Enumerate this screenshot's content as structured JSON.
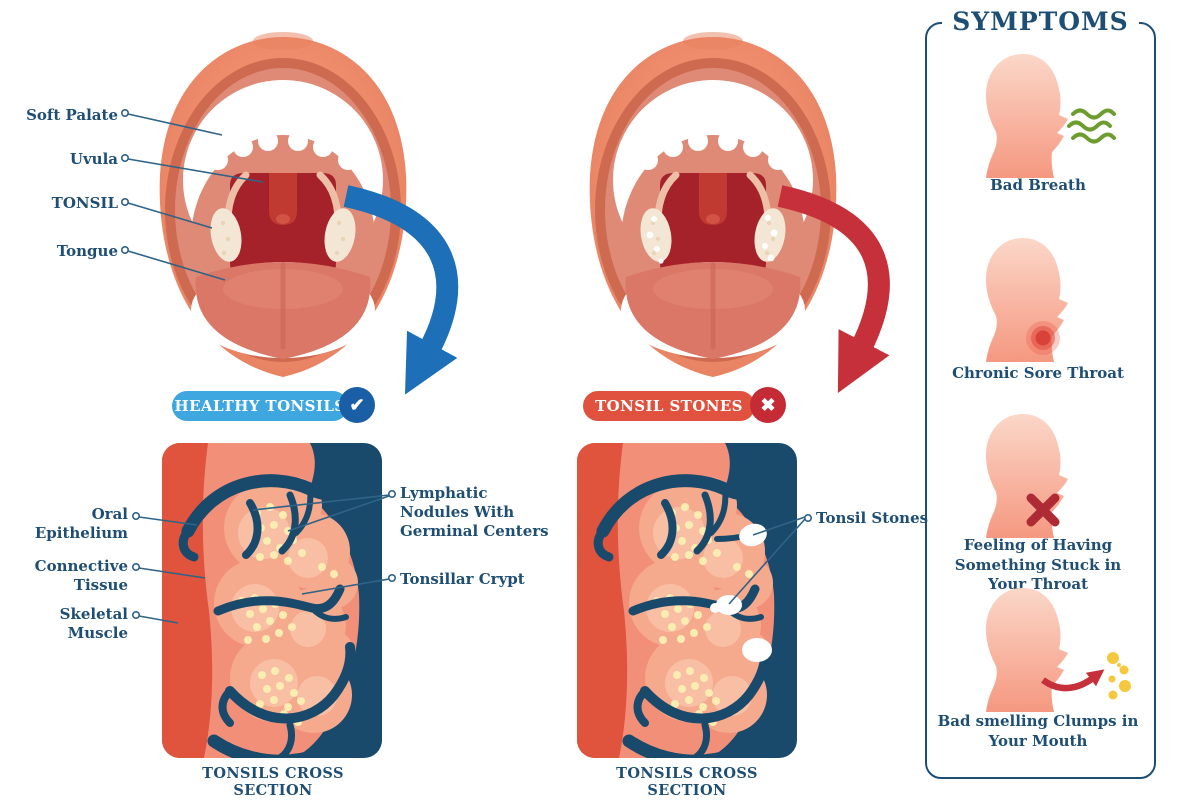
{
  "healthy": {
    "badge": "HEALTHY TONSILS",
    "check_glyph": "✔",
    "labels": {
      "soft_palate": "Soft Palate",
      "uvula": "Uvula",
      "tonsil": "TONSIL",
      "tongue": "Tongue"
    },
    "section": {
      "caption": "TONSILS CROSS SECTION",
      "oral_epithelium": "Oral Epithelium",
      "connective_tissue": "Connective Tissue",
      "skeletal_muscle": "Skeletal Muscle",
      "lymphatic_nodules": "Lymphatic Nodules With Germinal Centers",
      "tonsillar_crypt": "Tonsillar Crypt"
    }
  },
  "stones": {
    "badge": "TONSIL STONES",
    "x_glyph": "✖",
    "section": {
      "caption": "TONSILS CROSS SECTION",
      "tonsil_stones": "Tonsil Stones"
    }
  },
  "symptoms": {
    "title": "SYMPTOMS",
    "items": [
      {
        "label": "Bad Breath"
      },
      {
        "label": "Chronic Sore Throat"
      },
      {
        "label": "Feeling of Having Something Stuck in Your Throat"
      },
      {
        "label": "Bad smelling Clumps in Your Mouth"
      }
    ]
  },
  "colors": {
    "label_navy": "#1E4E73",
    "badge_blue": "#3EA7E0",
    "badge_blue_dark": "#1A5FA6",
    "badge_red": "#E0523D",
    "badge_red_dark": "#C42B35",
    "arrow_blue": "#1D6FB7",
    "arrow_red": "#C5303A",
    "section_navy": "#1A4A6B",
    "section_red": "#E0533C",
    "section_salmon": "#F28F79",
    "nodule_yellow": "#FBEDB2",
    "breath_green": "#6E9D2F",
    "clump_yellow": "#F6C83D",
    "skin_pink": "#F59880"
  }
}
